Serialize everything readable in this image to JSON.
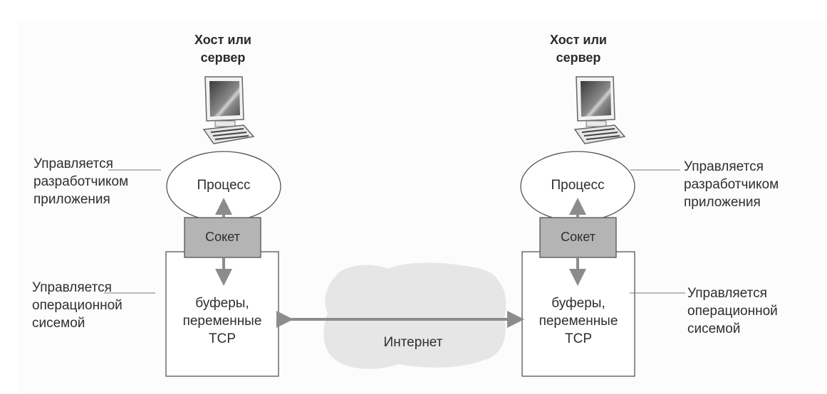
{
  "hosts": [
    {
      "title": "Хост или\nсервер",
      "process_label": "Процесс",
      "socket_label": "Сокет",
      "buffers_label": "буферы,\nпеременные\nTCP",
      "app_dev_note": "Управляется\nразработчиком\nприложения",
      "os_note": "Управляется\nоперационной\nсисемой"
    },
    {
      "title": "Хост или\nсервер",
      "process_label": "Процесс",
      "socket_label": "Сокет",
      "buffers_label": "буферы,\nпеременные\nTCP",
      "app_dev_note": "Управляется\nразработчиком\nприложения",
      "os_note": "Управляется\nоперационной\nсисемой"
    }
  ],
  "network": {
    "label": "Интернет",
    "icon": "cloud-icon"
  },
  "icons": {
    "host": "computer-icon",
    "arrow": "double-arrow-icon"
  },
  "colors": {
    "socket_fill": "#b4b4b4",
    "cloud_fill": "#e6e6e6",
    "arrow": "#8c8c8c",
    "line": "#555555"
  }
}
